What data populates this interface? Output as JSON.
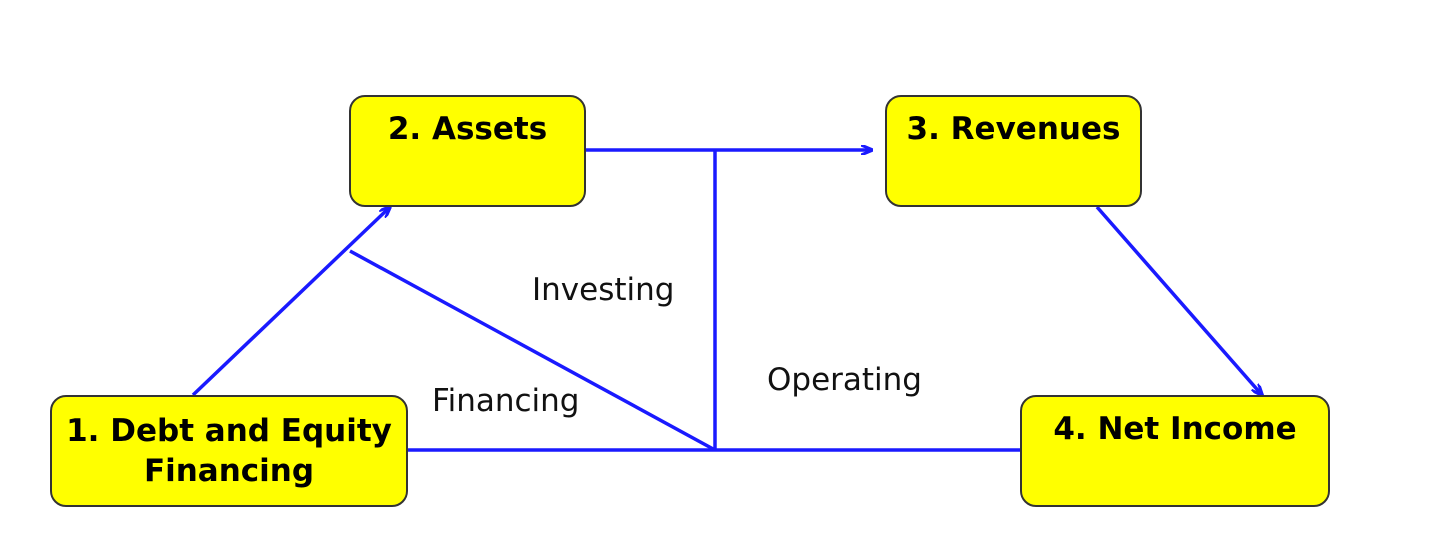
{
  "colors": {
    "node_fill": "#ffff00",
    "node_border": "#333333",
    "arrow": "#1a1aff",
    "text": "#000000"
  },
  "nodes": {
    "financing": {
      "line1": "1. Debt and Equity",
      "line2": "Financing"
    },
    "assets": {
      "label": "2. Assets"
    },
    "revenues": {
      "label": "3. Revenues"
    },
    "net_income": {
      "label": "4. Net Income"
    }
  },
  "flows": {
    "investing": "Investing",
    "financing": "Financing",
    "operating": "Operating"
  }
}
